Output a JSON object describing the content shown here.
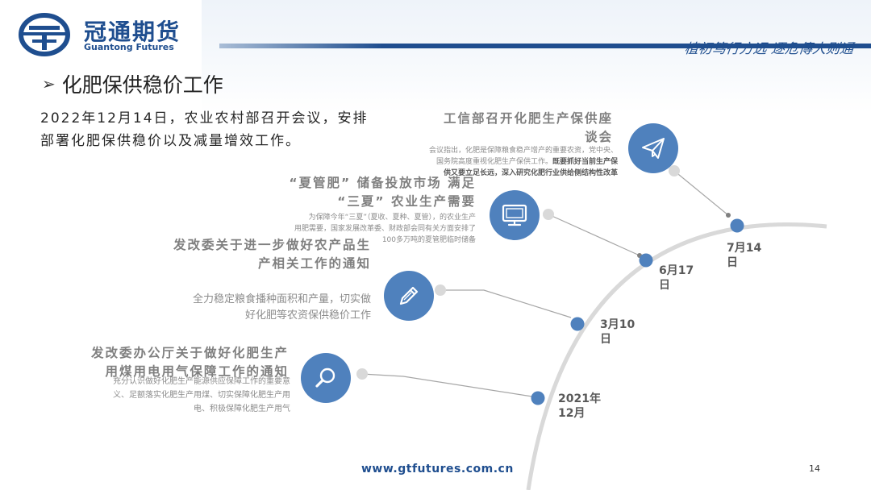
{
  "header": {
    "logo_cn": "冠通期货",
    "logo_en": "Guantong Futures",
    "slogan": "植初笃行方远 逐危傳人则通"
  },
  "slide": {
    "title": "化肥保供稳价工作",
    "intro": "2022年12月14日，农业农村部召开会议，安排部署化肥保供稳价以及减量增效工作。"
  },
  "events": [
    {
      "title_lines": [
        "工信部召开化肥生产保供座",
        "谈会"
      ],
      "desc_lines": [
        "会议指出，化肥是保障粮食稳产增产的重要农资，党中央、",
        "国务院高度重视化肥生产保供工作。"
      ],
      "desc_strong": "既要抓好当前生产保",
      "desc_strong2": "供又要立足长远，深入研究化肥行业供给侧结构性改革",
      "date": "7月14日",
      "icon": "paper-plane-icon"
    },
    {
      "title_lines": [
        "“夏管肥” 储备投放市场 满足",
        "“三夏” 农业生产需要"
      ],
      "desc_lines": [
        "为保障今年“三夏”（夏收、夏种、夏管），的农业生产",
        "用肥需要，国家发展改革委、财政部会同有关方面安排了",
        "100多万吨的夏管肥临时储备"
      ],
      "date": "6月17日",
      "icon": "monitor-icon"
    },
    {
      "title_lines": [
        "发改委关于进一步做好农产品生",
        "产相关工作的通知"
      ],
      "desc_lines": [
        "全力稳定粮食播种面积和产量，切实做",
        "好化肥等农资保供稳价工作"
      ],
      "date": "3月10日",
      "icon": "pencil-icon"
    },
    {
      "title_lines": [
        "发改委办公厅关于做好化肥生产",
        "用煤用电用气保障工作的通知"
      ],
      "desc_lines": [
        "充分认识做好化肥生产能源供应保障工作的重要意",
        "义、足额落实化肥生产用煤、切实保障化肥生产用",
        "电、积极保障化肥生产用气"
      ],
      "date": "2021年12月",
      "icon": "magnifier-icon"
    }
  ],
  "footer": {
    "url": "www.gtfutures.com.cn",
    "page": "14"
  },
  "colors": {
    "brand": "#1f4e8f",
    "accent": "#4f81bd",
    "timeline": "#d9d9d9"
  }
}
